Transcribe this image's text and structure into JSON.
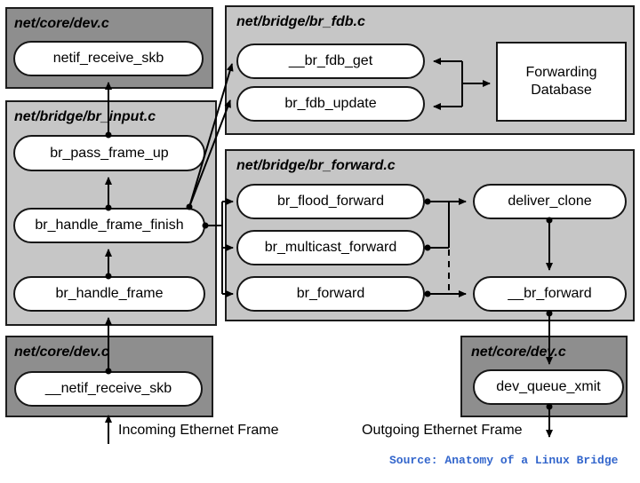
{
  "colors": {
    "dark_box": "#8e8e8e",
    "light_box": "#c6c6c6",
    "node_fill": "#ffffff",
    "line": "#000000",
    "source_note": "#3366cc"
  },
  "boxes": {
    "dev_top": {
      "file": "net/core/dev.c"
    },
    "br_input": {
      "file": "net/bridge/br_input.c"
    },
    "br_fdb": {
      "file": "net/bridge/br_fdb.c"
    },
    "br_forward": {
      "file": "net/bridge/br_forward.c"
    },
    "dev_bottom_left": {
      "file": "net/core/dev.c"
    },
    "dev_bottom_right": {
      "file": "net/core/dev.c"
    }
  },
  "nodes": {
    "netif_receive_skb": "netif_receive_skb",
    "br_pass_frame_up": "br_pass_frame_up",
    "br_handle_frame_finish": "br_handle_frame_finish",
    "br_handle_frame": "br_handle_frame",
    "netif_receive_skb_inner": "__netif_receive_skb",
    "br_fdb_get": "__br_fdb_get",
    "br_fdb_update": "br_fdb_update",
    "forwarding_database": "Forwarding Database",
    "br_flood_forward": "br_flood_forward",
    "br_multicast_forward": "br_multicast_forward",
    "br_forward": "br_forward",
    "deliver_clone": "deliver_clone",
    "br_forward_inner": "__br_forward",
    "dev_queue_xmit": "dev_queue_xmit"
  },
  "annotations": {
    "incoming": "Incoming Ethernet Frame",
    "outgoing": "Outgoing Ethernet Frame",
    "source_note": "Source: Anatomy of a Linux Bridge"
  }
}
